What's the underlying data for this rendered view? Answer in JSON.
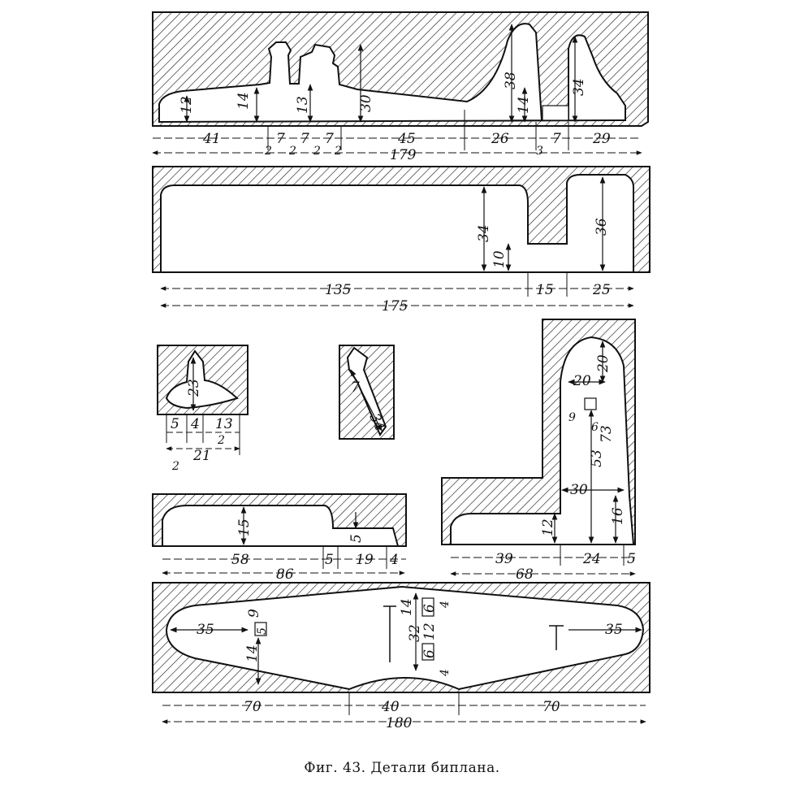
{
  "caption": "Фиг. 43. Детали биплана.",
  "part1_dims": {
    "d12": "12",
    "d14": "14",
    "d13": "13",
    "d30": "30",
    "d38": "38",
    "d14b": "14",
    "d34": "34",
    "d41": "41",
    "d7a": "7",
    "d7b": "7",
    "d7c": "7",
    "d2a": "2",
    "d2b": "2",
    "d2c": "2",
    "d2d": "2",
    "d45": "45",
    "d26": "26",
    "d3": "3",
    "d7d": "7",
    "d29": "29",
    "d179": "179"
  },
  "part2_dims": {
    "d34": "34",
    "d10": "10",
    "d36": "36",
    "d135": "135",
    "d15": "15",
    "d25": "25",
    "d175": "175"
  },
  "part3_dims": {
    "d23": "23",
    "d5": "5",
    "d4": "4",
    "d13": "13",
    "d2a": "2",
    "d21": "21",
    "d2b": "2"
  },
  "part4_dims": {
    "d7": "7",
    "d34": "34"
  },
  "part5_dims": {
    "d20a": "20",
    "d20b": "20",
    "d9": "9",
    "d6": "6",
    "d73": "73",
    "d53": "53",
    "d30": "30",
    "d12": "12",
    "d16": "16",
    "d39": "39",
    "d24": "24",
    "d5": "5",
    "d68": "68"
  },
  "part6_dims": {
    "d15": "15",
    "d5a": "5",
    "d58": "58",
    "d5b": "5",
    "d19": "19",
    "d4": "4",
    "d86": "86"
  },
  "part7_dims": {
    "d35a": "35",
    "d9": "9",
    "d5": "5",
    "d14a": "14",
    "d14b": "14",
    "d32": "32",
    "d6a": "6",
    "d4a": "4",
    "d12": "12",
    "d6b": "6",
    "d4b": "4",
    "d35b": "35",
    "d70a": "70",
    "d40": "40",
    "d70b": "70",
    "d180": "180"
  }
}
